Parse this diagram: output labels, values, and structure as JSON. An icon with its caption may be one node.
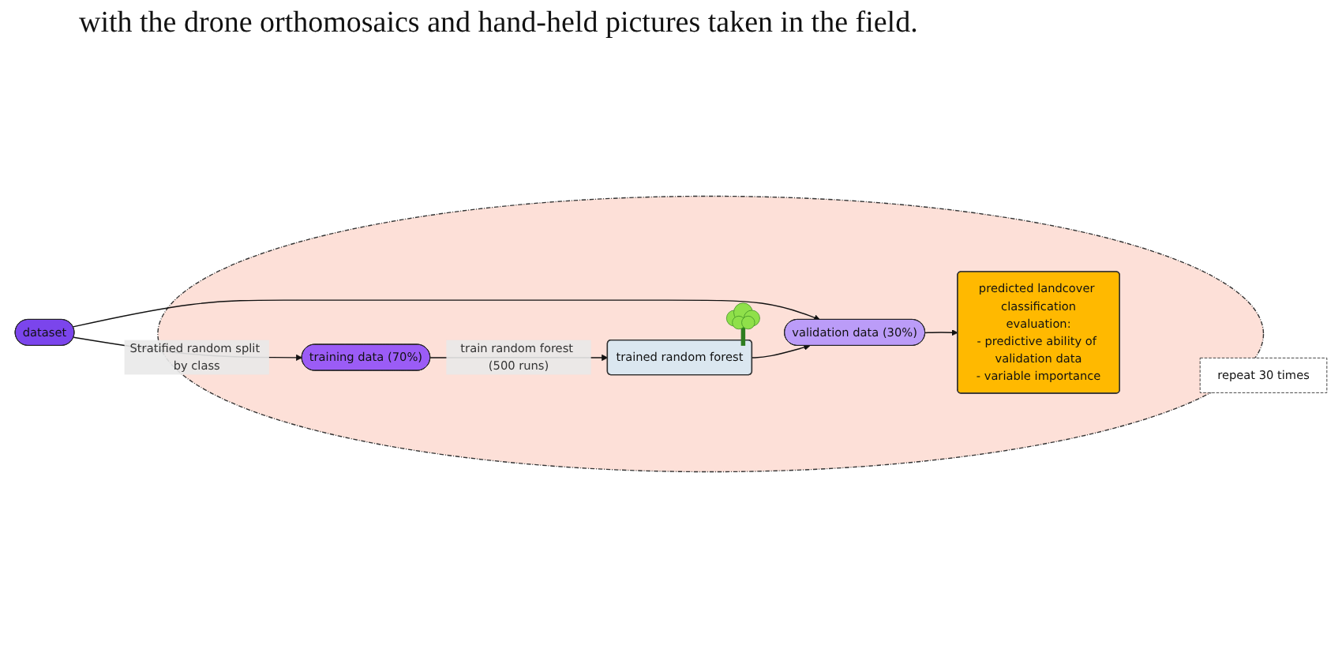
{
  "diagram": {
    "nodes": [
      {
        "text": [],
        "shape": "ellipse"
      },
      {
        "text": [
          "dataset"
        ]
      },
      {
        "text": [
          "training data (70%)"
        ],
        "in": 0
      },
      {
        "text": [
          "validation data (30%)"
        ],
        "in": 0
      },
      {
        "text": [
          "trained random forest"
        ],
        "in": 0
      },
      {
        "text": [
          "predicted landcover classification",
          "evaluation:",
          "- predictive ability of validation data",
          "- variable importance"
        ],
        "in": 0
      },
      {
        "text": [
          "repeat 30 times"
        ]
      }
    ],
    "edges": [
      {
        "from": 1,
        "to": 2,
        "arrow": "to",
        "label": "Stratified random split by class"
      },
      {
        "from": 1,
        "to": 3,
        "arrow": "to"
      },
      {
        "from": 2,
        "to": 4,
        "arrow": "to",
        "label": "train random forest (500 runs)"
      },
      {
        "from": 4,
        "to": 3,
        "arrow": "to"
      },
      {
        "from": 3,
        "to": 5,
        "arrow": "to"
      }
    ],
    "labels": [
      "with the drone orthomosaics and hand-held pictures taken in the field."
    ]
  }
}
